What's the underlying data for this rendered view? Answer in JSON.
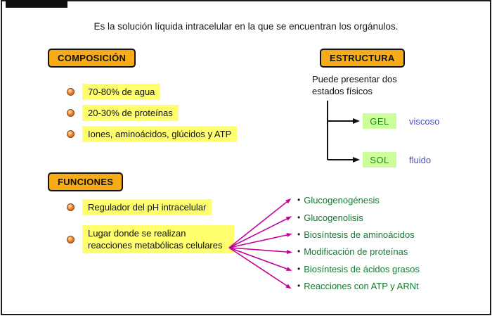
{
  "intro": "Es la solución líquida intracelular en la que se encuentran los orgánulos.",
  "composicion": {
    "title": "COMPOSICIÓN",
    "items": [
      "70-80% de agua",
      "20-30% de proteínas",
      "Iones, aminoácidos, glúcidos y ATP"
    ]
  },
  "estructura": {
    "title": "ESTRUCTURA",
    "subtitle": "Puede presentar dos estados físicos",
    "states": [
      {
        "label": "GEL",
        "property": "viscoso"
      },
      {
        "label": "SOL",
        "property": "fluido"
      }
    ]
  },
  "funciones": {
    "title": "FUNCIONES",
    "items": [
      "Regulador del pH intracelular",
      "Lugar donde se realizan reacciones metabólicas celulares"
    ],
    "processes": [
      "Glucogenogénesis",
      "Glucogenolisis",
      "Biosíntesis de aminoácidos",
      "Modificación de proteínas",
      "Biosíntesis de ácidos grasos",
      "Reacciones con ATP y ARNt"
    ],
    "bullet_glyph": "•"
  },
  "colors": {
    "heading_bg": "#F6AB17",
    "highlight": "#FFFF6E",
    "state_bg": "#CCFF99",
    "state_text": "#1E8A1E",
    "property_text": "#4A4AC8",
    "process_text": "#157A33",
    "arrow": "#C4009A",
    "line": "#111111"
  }
}
